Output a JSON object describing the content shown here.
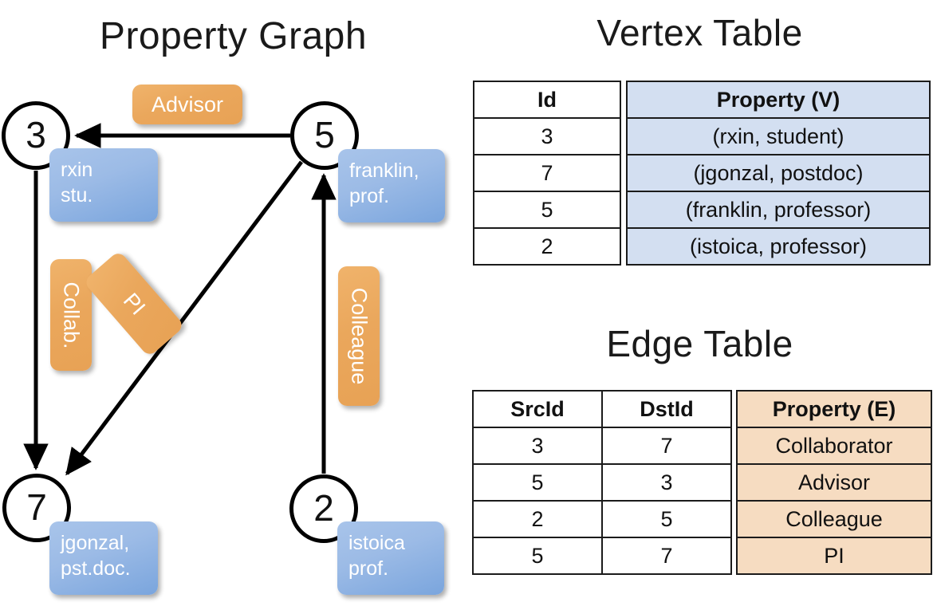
{
  "titles": {
    "property_graph": "Property Graph",
    "vertex_table": "Vertex Table",
    "edge_table": "Edge Table"
  },
  "colors": {
    "vertex_property_fill": "#d3dff1",
    "edge_property_fill": "#f6dcc1",
    "vertex_box_blue": "#9cbbe6",
    "edge_label_orange": "#eaa75c",
    "border": "#1b1b1b",
    "background": "#ffffff"
  },
  "graph": {
    "nodes": [
      {
        "id": "3",
        "property_line1": "rxin",
        "property_line2": "stu.",
        "property_text": "rxin\nstu."
      },
      {
        "id": "5",
        "property_line1": "franklin,",
        "property_line2": "prof.",
        "property_text": "franklin,\nprof."
      },
      {
        "id": "7",
        "property_line1": "jgonzal,",
        "property_line2": "pst.doc.",
        "property_text": "jgonzal,\npst.doc."
      },
      {
        "id": "2",
        "property_line1": "istoica",
        "property_line2": "prof.",
        "property_text": "istoica\nprof."
      }
    ],
    "edge_labels": [
      {
        "key": "advisor",
        "text": "Advisor",
        "orientation": "horizontal"
      },
      {
        "key": "collab",
        "text": "Collab.",
        "orientation": "vertical"
      },
      {
        "key": "pi",
        "text": "PI",
        "orientation": "diagonal"
      },
      {
        "key": "colleague",
        "text": "Colleague",
        "orientation": "vertical"
      }
    ],
    "edges": [
      {
        "from": "5",
        "to": "3",
        "label": "Advisor"
      },
      {
        "from": "3",
        "to": "7",
        "label": "Collab."
      },
      {
        "from": "5",
        "to": "7",
        "label": "PI"
      },
      {
        "from": "2",
        "to": "5",
        "label": "Colleague"
      }
    ]
  },
  "vertex_table": {
    "headers": {
      "id": "Id",
      "property": "Property (V)"
    },
    "rows": [
      {
        "id": "3",
        "property": "(rxin, student)"
      },
      {
        "id": "7",
        "property": "(jgonzal, postdoc)"
      },
      {
        "id": "5",
        "property": "(franklin, professor)"
      },
      {
        "id": "2",
        "property": "(istoica, professor)"
      }
    ]
  },
  "edge_table": {
    "headers": {
      "src": "SrcId",
      "dst": "DstId",
      "property": "Property (E)"
    },
    "rows": [
      {
        "src": "3",
        "dst": "7",
        "property": "Collaborator"
      },
      {
        "src": "5",
        "dst": "3",
        "property": "Advisor"
      },
      {
        "src": "2",
        "dst": "5",
        "property": "Colleague"
      },
      {
        "src": "5",
        "dst": "7",
        "property": "PI"
      }
    ]
  }
}
